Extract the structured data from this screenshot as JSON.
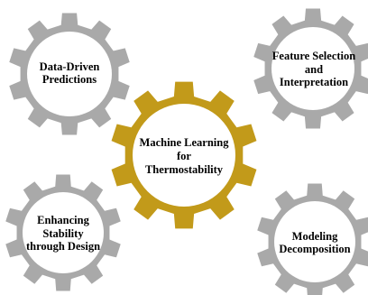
{
  "colors": {
    "center_gear": "#c29a1a",
    "outer_gears": "#a9a9a9",
    "gear_fill": "#ffffff",
    "text": "#000000"
  },
  "gears": {
    "center": {
      "label": "Machine Learning\nfor\nThermostability",
      "icon": "gear-icon",
      "color": "gold"
    },
    "top_left": {
      "label": "Data-Driven\nPredictions",
      "icon": "gear-icon",
      "color": "gray"
    },
    "top_right": {
      "label": "Feature Selection\nand\nInterpretation",
      "icon": "gear-icon",
      "color": "gray"
    },
    "bottom_left": {
      "label": "Enhancing\nStability\nthrough Design",
      "icon": "gear-icon",
      "color": "gray"
    },
    "bottom_right": {
      "label": "Modeling\nDecomposition",
      "icon": "gear-icon",
      "color": "gray"
    }
  }
}
